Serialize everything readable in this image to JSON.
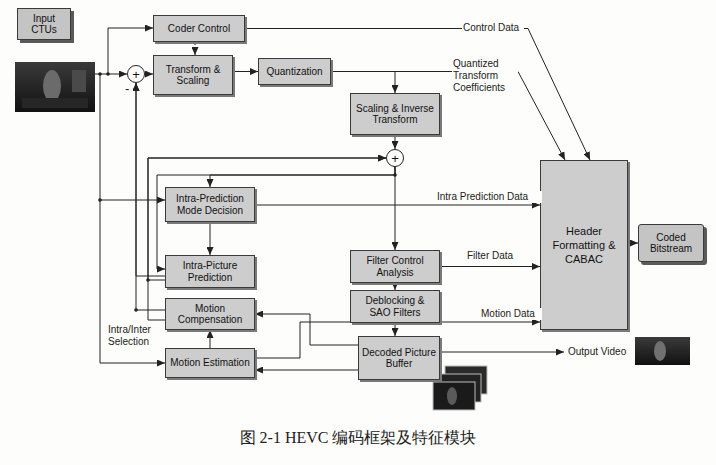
{
  "diagram": {
    "caption": "图 2-1 HEVC 编码框架及特征模块",
    "nodes": [
      {
        "text": [
          "Input CTUs"
        ]
      },
      {
        "text": [
          "Coder Control"
        ]
      },
      {
        "text": [
          "+"
        ]
      },
      {
        "text": [
          "Transform & Scaling"
        ]
      },
      {
        "text": [
          "Quantization"
        ]
      },
      {
        "text": [
          "Scaling & Inverse Transform"
        ]
      },
      {
        "text": [
          "+"
        ]
      },
      {
        "text": [
          "Intra-Prediction Mode Decision"
        ]
      },
      {
        "text": [
          "Header Formatting & CABAC"
        ]
      },
      {
        "text": [
          "Coded Bitstream"
        ]
      },
      {
        "text": [
          "Intra-Picture Prediction"
        ]
      },
      {
        "text": [
          "Filter Control Analysis"
        ]
      },
      {
        "text": [
          "Deblocking & SAO Filters"
        ]
      },
      {
        "text": [
          "Motion Compensation"
        ]
      },
      {
        "text": [
          "Decoded Picture Buffer"
        ]
      },
      {
        "text": [
          "Motion Estimation"
        ]
      }
    ],
    "edges": [
      {
        "from": 2,
        "to": 3,
        "arrow": "to"
      },
      {
        "from": 3,
        "to": 4,
        "arrow": "to"
      },
      {
        "from": 4,
        "to": 5,
        "arrow": "to"
      },
      {
        "from": 5,
        "to": 6,
        "arrow": "to"
      },
      {
        "from": 1,
        "to": 8,
        "label": "Control Data",
        "arrow": "to"
      },
      {
        "from": 4,
        "to": 8,
        "label": "Quantized Transform Coefficients",
        "arrow": "to"
      },
      {
        "from": 7,
        "to": 8,
        "label": "Intra Prediction Data",
        "arrow": "to"
      },
      {
        "from": 11,
        "to": 8,
        "label": "Filter Data",
        "arrow": "to"
      },
      {
        "from": 15,
        "to": 8,
        "label": "Motion Data",
        "arrow": "to"
      },
      {
        "from": 8,
        "to": 9,
        "arrow": "to"
      },
      {
        "from": 6,
        "to": 11,
        "arrow": "to"
      },
      {
        "from": 11,
        "to": 12,
        "arrow": "to"
      },
      {
        "from": 12,
        "to": 14,
        "arrow": "to"
      },
      {
        "from": 14,
        "to": 13,
        "arrow": "to"
      },
      {
        "from": 14,
        "to": 15,
        "arrow": "to"
      },
      {
        "from": 15,
        "to": 13,
        "arrow": "to"
      },
      {
        "from": 7,
        "to": 10,
        "arrow": "to"
      },
      {
        "from": 6,
        "to": 7,
        "arrow": "to"
      },
      {
        "from": 6,
        "to": 10,
        "arrow": "to"
      },
      {
        "from": 1,
        "to": 3,
        "arrow": "to"
      },
      {
        "from": 10,
        "to": 2,
        "arrow": "to"
      },
      {
        "from": 13,
        "to": 2,
        "arrow": "to"
      },
      {
        "from": 10,
        "to": 6,
        "arrow": "to"
      },
      {
        "from": 13,
        "to": 6,
        "arrow": "to"
      }
    ],
    "labels": [
      "-",
      "Intra/Inter Selection",
      "Output Video"
    ]
  }
}
